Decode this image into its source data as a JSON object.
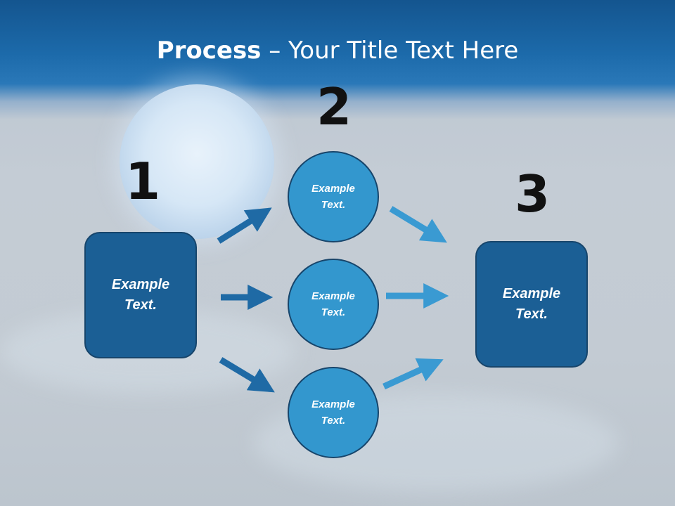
{
  "title": {
    "bold": "Process",
    "rest": " – Your Title Text Here"
  },
  "steps": {
    "one": {
      "number": "1",
      "text": "Example\nText."
    },
    "two": {
      "number": "2",
      "items": [
        {
          "text": "Example\nText."
        },
        {
          "text": "Example\nText."
        },
        {
          "text": "Example\nText."
        }
      ]
    },
    "three": {
      "number": "3",
      "text": "Example\nText."
    }
  },
  "colors": {
    "box": "#1b5f95",
    "circle": "#3397ce",
    "arrow_dark": "#1f6aa5",
    "arrow_light": "#3a9ad2",
    "header": "#1c6aaa"
  }
}
